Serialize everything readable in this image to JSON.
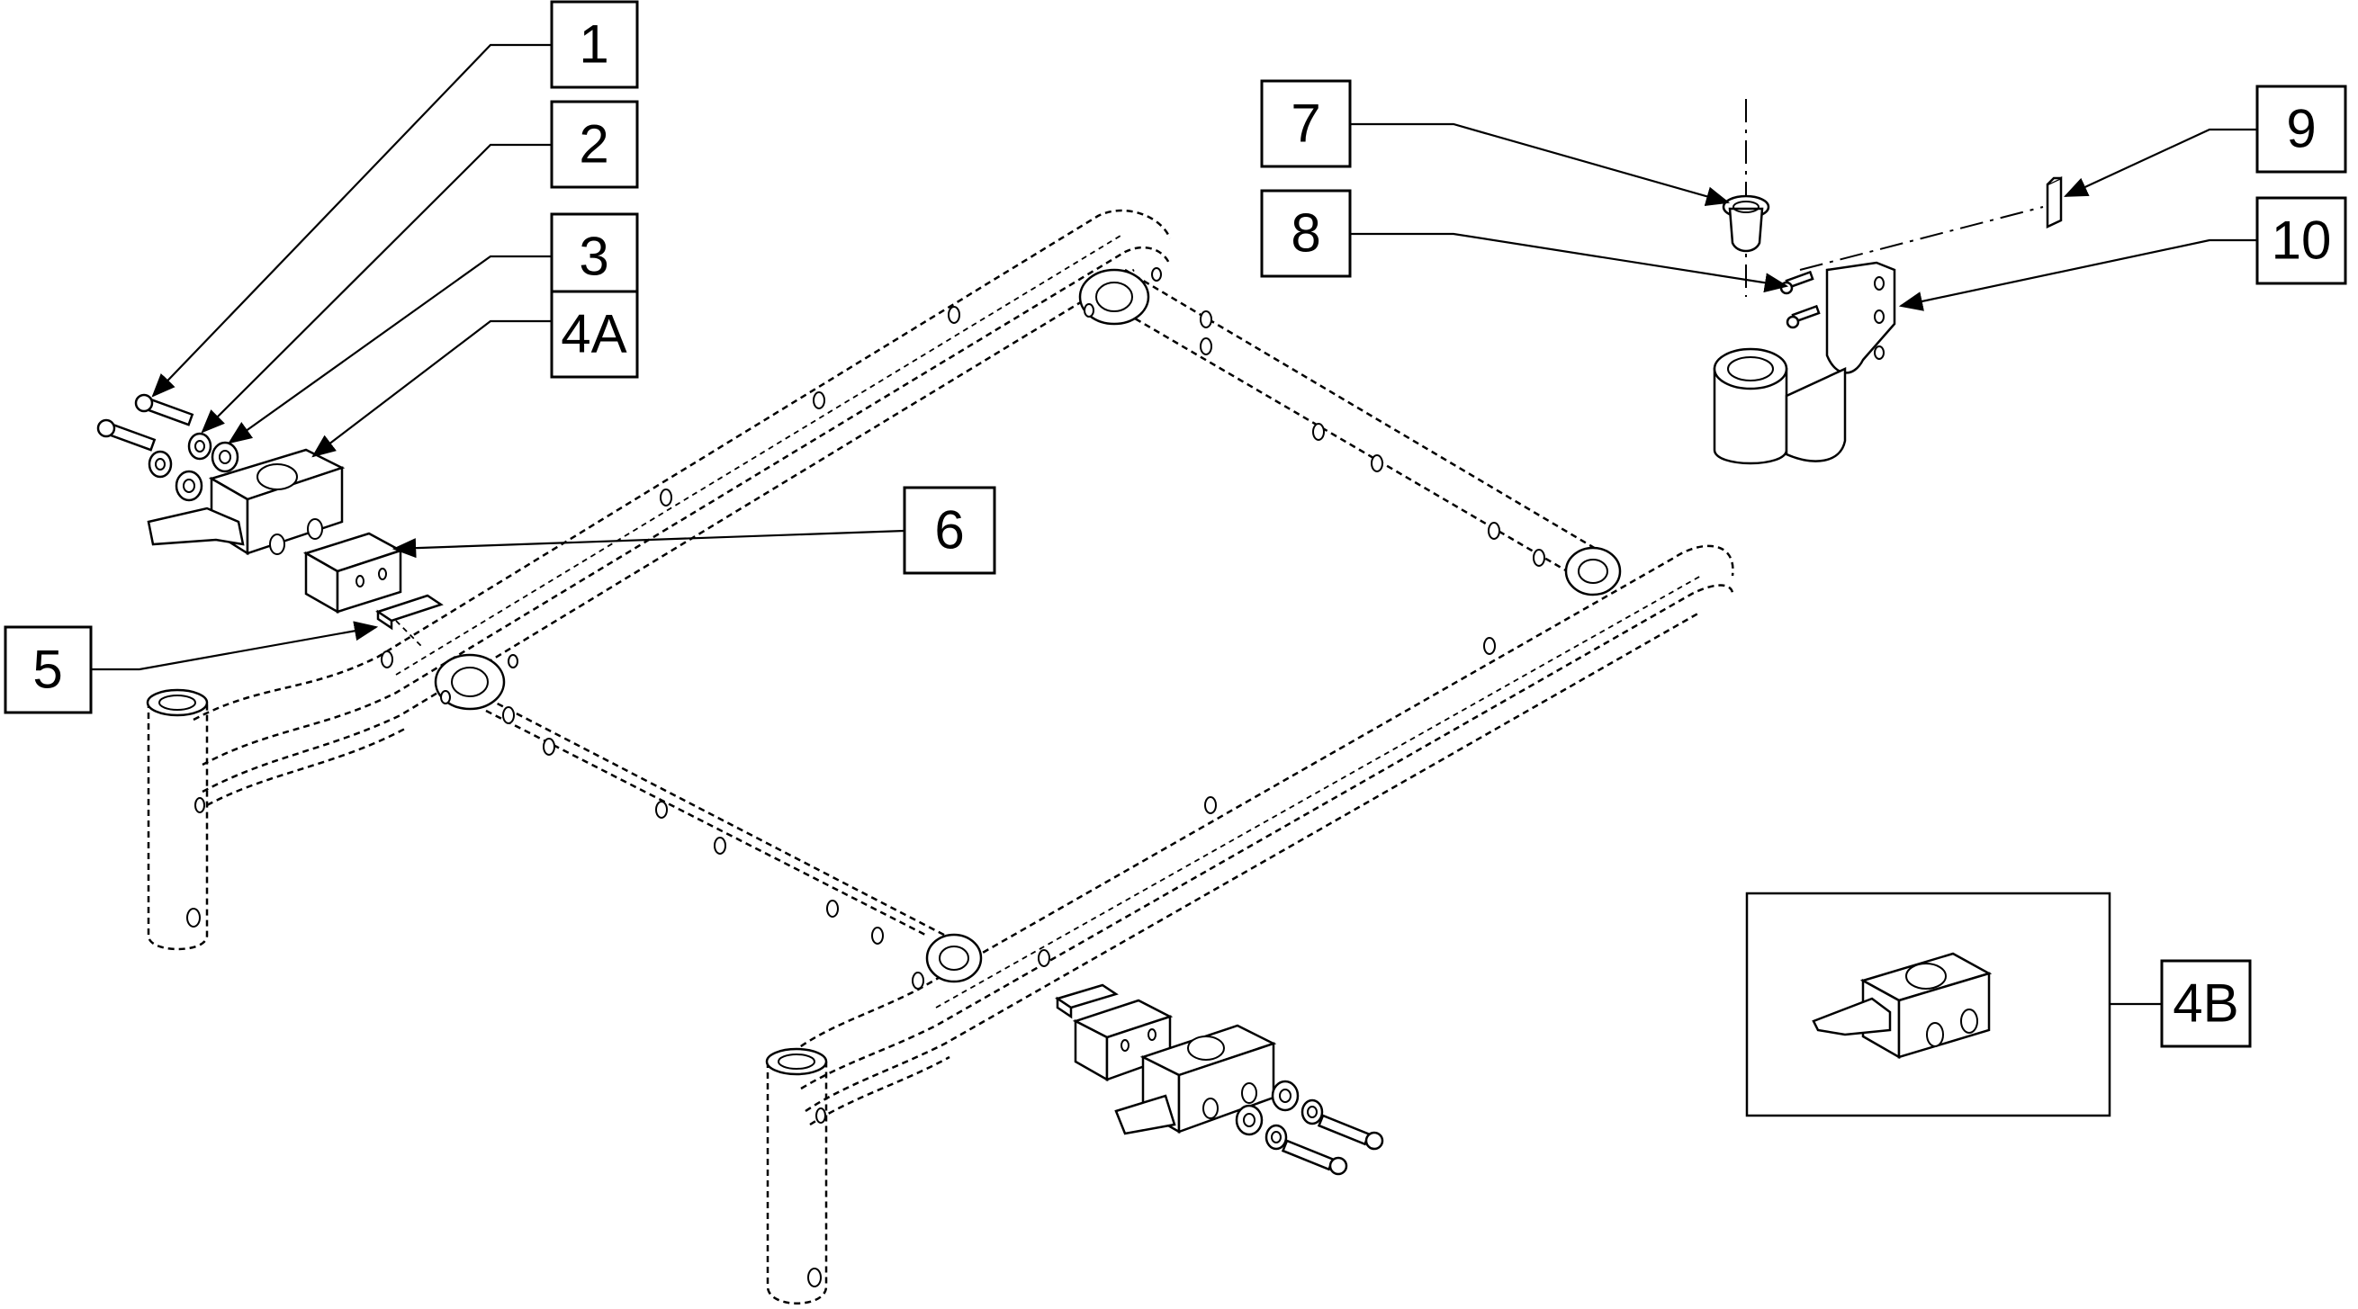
{
  "callouts": {
    "c1": "1",
    "c2": "2",
    "c3": "3",
    "c4a": "4A",
    "c5": "5",
    "c6": "6",
    "c7": "7",
    "c8": "8",
    "c9": "9",
    "c10": "10",
    "c4b": "4B"
  }
}
